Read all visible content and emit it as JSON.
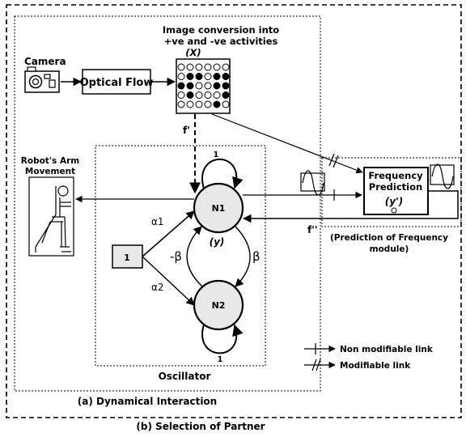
{
  "labels": {
    "camera": "Camera",
    "optical_flow": "Optical Flow",
    "image_conversion_line1": "Image conversion into",
    "image_conversion_line2": "+ve and -ve activities",
    "x_var": "(X)",
    "f_prime": "f'",
    "f_double_prime": "f''",
    "robot_arm_line1": "Robot's Arm",
    "robot_arm_line2": "Movement",
    "n1": "N1",
    "n2": "N2",
    "y_var": "(y)",
    "input_value": "1",
    "alpha1": "α1",
    "alpha2": "α2",
    "neg_beta": "-β",
    "beta": "β",
    "self_loop_top": "1",
    "self_loop_bottom": "1",
    "oscillator": "Oscillator",
    "freq_pred_line1": "Frequency",
    "freq_pred_line2": "Prediction",
    "y_prime_var": "(y')",
    "pred_module_line1": "(Prediction of Frequency",
    "pred_module_line2": "module)",
    "dynamical_interaction": "(a) Dynamical Interaction",
    "selection_of_partner": "(b) Selection of Partner"
  },
  "legend": {
    "non_modifiable": "Non modifiable link",
    "modifiable": "Modifiable link"
  },
  "activity_grid": [
    [
      0,
      0,
      0,
      0,
      0,
      0
    ],
    [
      0,
      1,
      1,
      0,
      1,
      1
    ],
    [
      1,
      1,
      0,
      0,
      1,
      1
    ],
    [
      0,
      1,
      0,
      0,
      0,
      1
    ],
    [
      0,
      0,
      0,
      0,
      1,
      0
    ]
  ]
}
